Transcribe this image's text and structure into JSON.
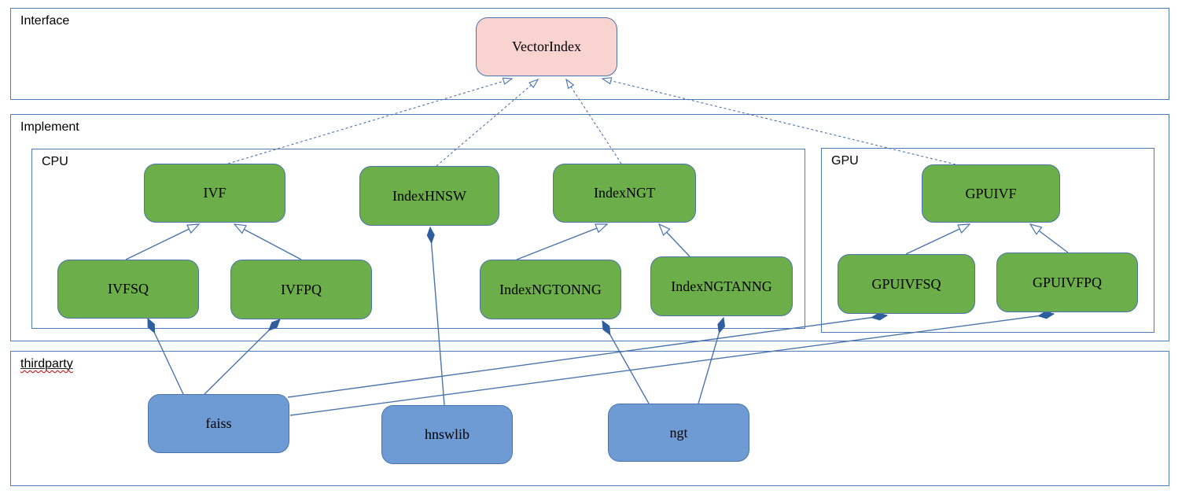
{
  "sections": {
    "interface": {
      "label": "Interface"
    },
    "implement": {
      "label": "Implement"
    },
    "cpu": {
      "label": "CPU"
    },
    "gpu": {
      "label": "GPU"
    },
    "thirdparty": {
      "label": "thirdparty"
    }
  },
  "nodes": {
    "vectorindex": {
      "label": "VectorIndex"
    },
    "ivf": {
      "label": "IVF"
    },
    "indexhnsw": {
      "label": "IndexHNSW"
    },
    "indexngt": {
      "label": "IndexNGT"
    },
    "ivfsq": {
      "label": "IVFSQ"
    },
    "ivfpq": {
      "label": "IVFPQ"
    },
    "indexngtonng": {
      "label": "IndexNGTONNG"
    },
    "indexngtanng": {
      "label": "IndexNGTANNG"
    },
    "gpuivf": {
      "label": "GPUIVF"
    },
    "gpuivfsq": {
      "label": "GPUIVFSQ"
    },
    "gpuivfpq": {
      "label": "GPUIVFPQ"
    },
    "faiss": {
      "label": "faiss"
    },
    "hnswlib": {
      "label": "hnswlib"
    },
    "ngt": {
      "label": "ngt"
    }
  },
  "relationships": [
    {
      "from": "IVF",
      "to": "VectorIndex",
      "type": "realization"
    },
    {
      "from": "IndexHNSW",
      "to": "VectorIndex",
      "type": "realization"
    },
    {
      "from": "IndexNGT",
      "to": "VectorIndex",
      "type": "realization"
    },
    {
      "from": "GPUIVF",
      "to": "VectorIndex",
      "type": "realization"
    },
    {
      "from": "IVFSQ",
      "to": "IVF",
      "type": "inheritance"
    },
    {
      "from": "IVFPQ",
      "to": "IVF",
      "type": "inheritance"
    },
    {
      "from": "IndexNGTONNG",
      "to": "IndexNGT",
      "type": "inheritance"
    },
    {
      "from": "IndexNGTANNG",
      "to": "IndexNGT",
      "type": "inheritance"
    },
    {
      "from": "GPUIVFSQ",
      "to": "GPUIVF",
      "type": "inheritance"
    },
    {
      "from": "GPUIVFPQ",
      "to": "GPUIVF",
      "type": "inheritance"
    },
    {
      "from": "faiss",
      "to": "IVFSQ",
      "type": "composition"
    },
    {
      "from": "faiss",
      "to": "IVFPQ",
      "type": "composition"
    },
    {
      "from": "faiss",
      "to": "GPUIVFSQ",
      "type": "composition"
    },
    {
      "from": "faiss",
      "to": "GPUIVFPQ",
      "type": "composition"
    },
    {
      "from": "hnswlib",
      "to": "IndexHNSW",
      "type": "composition"
    },
    {
      "from": "ngt",
      "to": "IndexNGTONNG",
      "type": "composition"
    },
    {
      "from": "ngt",
      "to": "IndexNGTANNG",
      "type": "composition"
    }
  ],
  "colors": {
    "section_border": "#4d7cb8",
    "node_border": "#4a74ad",
    "connector": "#4a74ad",
    "green_fill": "#6cae49",
    "blue_fill": "#6f9bd4",
    "pink_fill": "#f8d3d0",
    "diamond_fill": "#2e5e9e",
    "spellcheck_underline": "#cc0000"
  }
}
